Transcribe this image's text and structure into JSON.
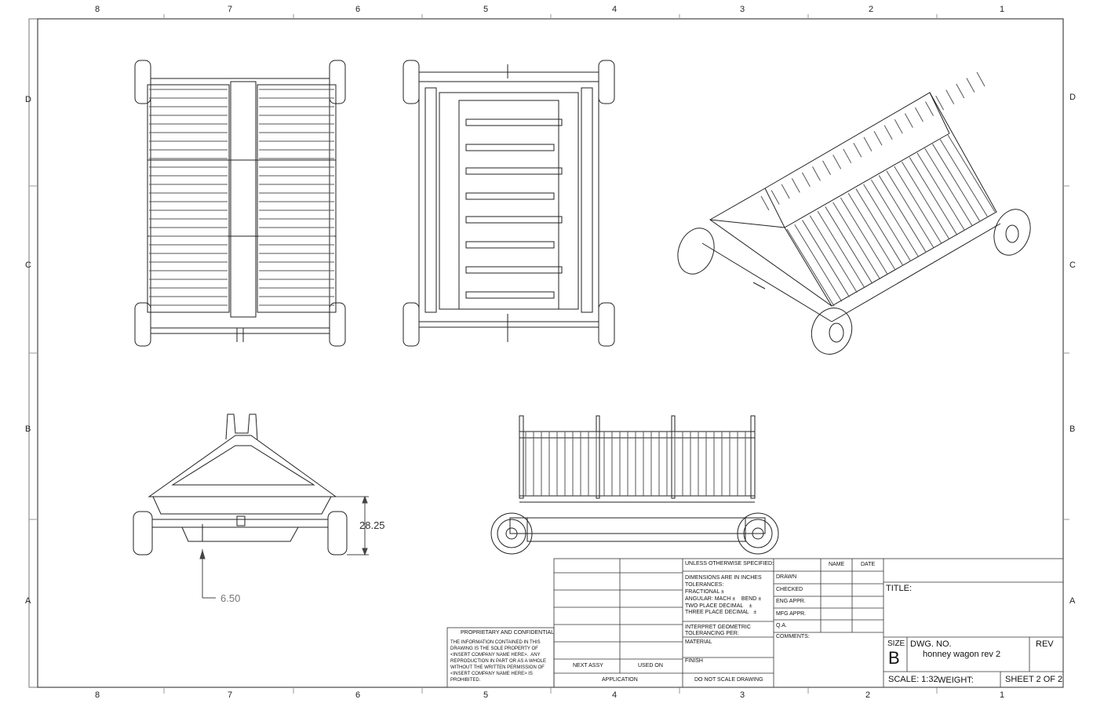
{
  "zones": {
    "columns": [
      "8",
      "7",
      "6",
      "5",
      "4",
      "3",
      "2",
      "1"
    ],
    "rows": [
      "D",
      "C",
      "B",
      "A"
    ]
  },
  "dimensions": {
    "height": "28.25",
    "offset": "6.50"
  },
  "title_block": {
    "unless_specified": "UNLESS OTHERWISE SPECIFIED:",
    "col_name": "NAME",
    "col_date": "DATE",
    "drawn": "DRAWN",
    "checked": "CHECKED",
    "eng_appr": "ENG APPR.",
    "mfg_appr": "MFG APPR.",
    "qa": "Q.A.",
    "comments": "COMMENTS:",
    "dims_line1": "DIMENSIONS ARE IN INCHES",
    "dims_line2": "TOLERANCES:",
    "dims_line3": "FRACTIONAL ±",
    "dims_line4": "ANGULAR: MACH ±    BEND ±",
    "dims_line5": "TWO PLACE DECIMAL    ±",
    "dims_line6": "THREE PLACE DECIMAL   ±",
    "interpret1": "INTERPRET GEOMETRIC",
    "interpret2": "TOLERANCING PER:",
    "material": "MATERIAL",
    "finish": "FINISH",
    "do_not_scale": "DO NOT SCALE DRAWING",
    "next_assy": "NEXT ASSY",
    "used_on": "USED ON",
    "application": "APPLICATION",
    "proprietary_title": "PROPRIETARY AND CONFIDENTIAL",
    "proprietary_body": "THE INFORMATION CONTAINED IN THIS\nDRAWING IS THE SOLE PROPERTY OF\n<INSERT COMPANY NAME HERE>.  ANY\nREPRODUCTION IN PART OR AS A WHOLE\nWITHOUT THE WRITTEN PERMISSION OF\n<INSERT COMPANY NAME HERE> IS\nPROHIBITED.",
    "title_label": "TITLE:",
    "size_label": "SIZE",
    "size_value": "B",
    "dwg_no_label": "DWG.  NO.",
    "dwg_no_value": "honney wagon rev 2",
    "rev_label": "REV",
    "scale": "SCALE: 1:32",
    "weight": "WEIGHT:",
    "sheet": "SHEET 2 OF 2"
  }
}
